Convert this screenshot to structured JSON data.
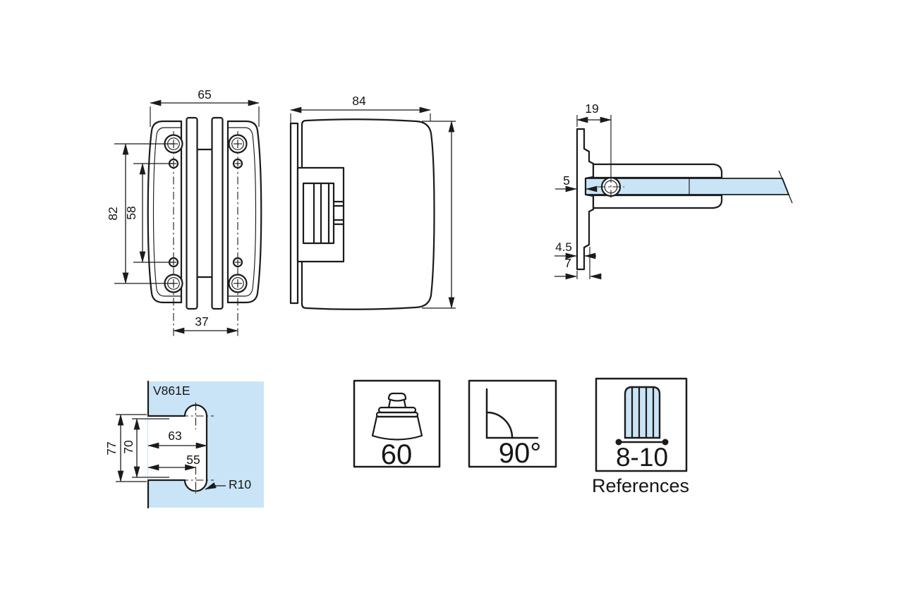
{
  "front_view": {
    "width_top": "65",
    "height_outer": "82",
    "height_inner": "58",
    "width_bottom": "37"
  },
  "side_view": {
    "width": "84"
  },
  "section_view": {
    "pivot_offset": "19",
    "glass_inset": "5",
    "plate_thickness": "4.5",
    "backplate_depth": "7"
  },
  "template": {
    "model": "V861E",
    "cutout_height_outer": "77",
    "cutout_height_inner": "70",
    "cutout_depth": "63",
    "hole_center_depth": "55",
    "corner_radius": "R10"
  },
  "specs": {
    "max_weight": "60",
    "opening_angle": "90°",
    "glass_thickness": "8-10",
    "references_label": "References"
  },
  "colors": {
    "glass_blue": "#c9e4f6",
    "line": "#1b1b1b"
  }
}
